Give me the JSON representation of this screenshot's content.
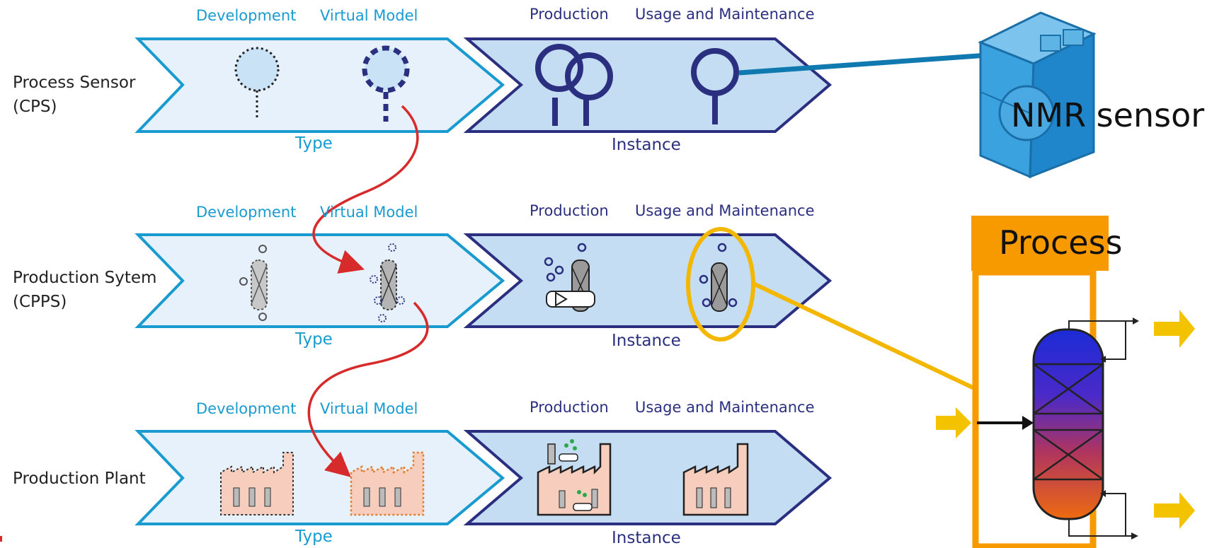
{
  "rows": [
    {
      "label": [
        "Process Sensor",
        "(CPS)"
      ],
      "type_phases": [
        "Development",
        "Virtual Model"
      ],
      "instance_phases": [
        "Production",
        "Usage and Maintenance"
      ],
      "type_caption": "Type",
      "instance_caption": "Instance"
    },
    {
      "label": [
        "Production Sytem",
        "(CPPS)"
      ],
      "type_phases": [
        "Development",
        "Virtual Model"
      ],
      "instance_phases": [
        "Production",
        "Usage and Maintenance"
      ],
      "type_caption": "Type",
      "instance_caption": "Instance"
    },
    {
      "label": [
        "Production Plant"
      ],
      "type_phases": [
        "Development",
        "Virtual Model"
      ],
      "instance_phases": [
        "Production",
        "Usage and Maintenance"
      ],
      "type_caption": "Type",
      "instance_caption": "Instance"
    }
  ],
  "nmr_label": "NMR sensor",
  "process_label": "Process",
  "colors": {
    "type_stroke": "#1a9bd0",
    "type_fill": "#e6f1fb",
    "instance_stroke": "#2b2f7f",
    "instance_fill": "#c5ddf3",
    "arrow_red": "#d72a2a",
    "highlight_yellow": "#f3b700",
    "process_orange": "#f79a00"
  }
}
